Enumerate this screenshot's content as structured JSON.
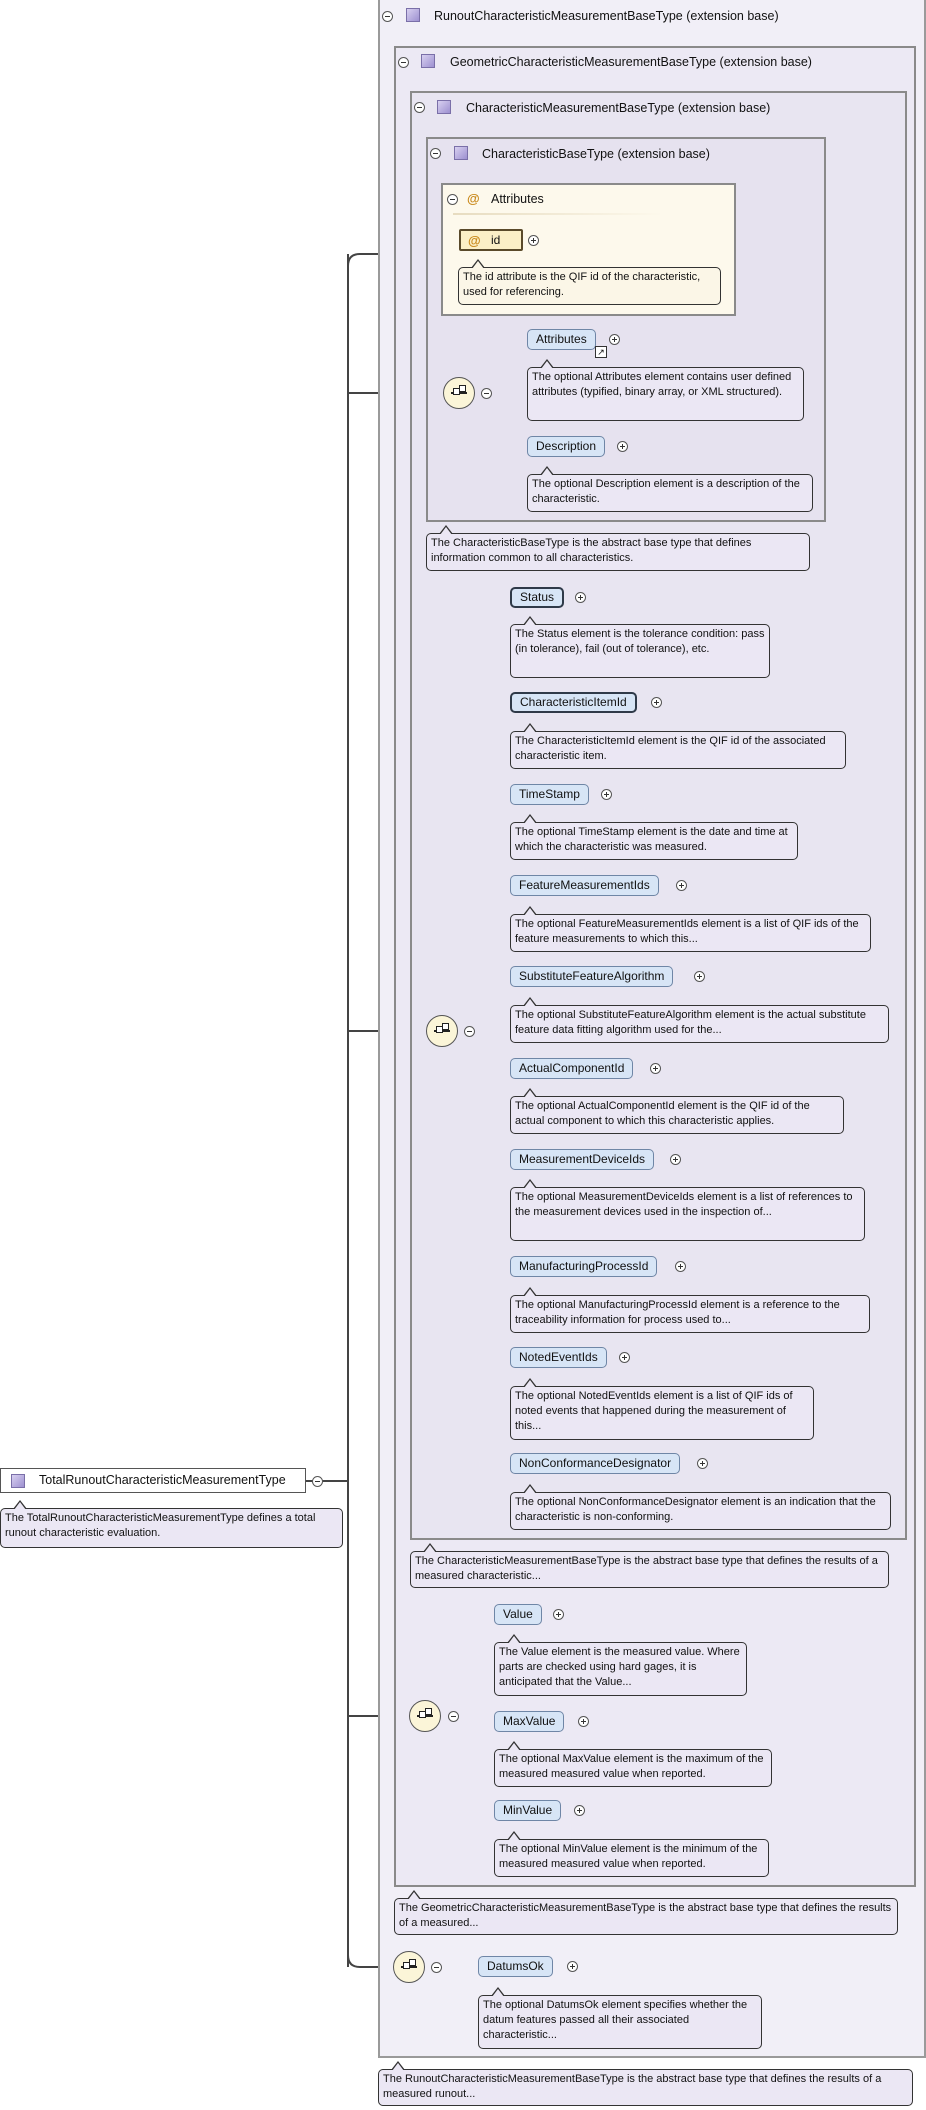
{
  "root": {
    "label": "TotalRunoutCharacteristicMeasurementType",
    "doc": "The TotalRunoutCharacteristicMeasurementType defines a total runout characteristic evaluation."
  },
  "boxes": {
    "runout": {
      "title": "RunoutCharacteristicMeasurementBaseType (extension base)",
      "doc": "The RunoutCharacteristicMeasurementBaseType is the abstract base type that defines the results of a measured runout..."
    },
    "geometric": {
      "title": "GeometricCharacteristicMeasurementBaseType (extension base)",
      "doc": "The GeometricCharacteristicMeasurementBaseType is the abstract base type that defines the results of a measured..."
    },
    "measurement": {
      "title": "CharacteristicMeasurementBaseType (extension base)",
      "doc": "The CharacteristicMeasurementBaseType is the abstract base type that defines the results of a measured characteristic..."
    },
    "base": {
      "title": "CharacteristicBaseType (extension base)",
      "doc": "The CharacteristicBaseType is the abstract base type that defines information common to all characteristics."
    }
  },
  "attributes_group": {
    "title": "Attributes",
    "id_label": "id",
    "id_doc": "The id attribute is the QIF id of the characteristic, used for referencing."
  },
  "base_elements": [
    {
      "label": "Attributes",
      "doc": "The optional Attributes element contains user defined attributes (typified, binary array, or XML structured)."
    },
    {
      "label": "Description",
      "doc": "The optional Description element is a description of the characteristic."
    }
  ],
  "measurement_elements": [
    {
      "label": "Status",
      "doc": "The Status element is the tolerance condition: pass (in tolerance), fail (out of tolerance), etc."
    },
    {
      "label": "CharacteristicItemId",
      "doc": "The CharacteristicItemId element is the QIF id of the associated characteristic item."
    },
    {
      "label": "TimeStamp",
      "doc": "The optional TimeStamp element is the date and time at which the characteristic was measured."
    },
    {
      "label": "FeatureMeasurementIds",
      "doc": "The optional FeatureMeasurementIds element is a list of QIF ids of the feature measurements to which this..."
    },
    {
      "label": "SubstituteFeatureAlgorithm",
      "doc": "The optional SubstituteFeatureAlgorithm element is the actual substitute feature data fitting algorithm used for the..."
    },
    {
      "label": "ActualComponentId",
      "doc": "The optional ActualComponentId element is the QIF id of the actual component to which this characteristic applies."
    },
    {
      "label": "MeasurementDeviceIds",
      "doc": "The optional MeasurementDeviceIds element is a list of references to the measurement devices used in the inspection of..."
    },
    {
      "label": "ManufacturingProcessId",
      "doc": "The optional ManufacturingProcessId element is a reference to the traceability information for process used to..."
    },
    {
      "label": "NotedEventIds",
      "doc": "The optional NotedEventIds element is a list of QIF ids of noted events that happened during the measurement of this..."
    },
    {
      "label": "NonConformanceDesignator",
      "doc": "The optional NonConformanceDesignator element is an indication that the characteristic is non-conforming."
    }
  ],
  "geometric_elements": [
    {
      "label": "Value",
      "doc": "The Value element is the measured value. Where parts are checked using hard gages, it is anticipated that the Value..."
    },
    {
      "label": "MaxValue",
      "doc": "The optional MaxValue element is the maximum of the measured measured value when reported."
    },
    {
      "label": "MinValue",
      "doc": "The optional MinValue element is the minimum of the measured measured value when reported."
    }
  ],
  "runout_elements": [
    {
      "label": "DatumsOk",
      "doc": "The optional DatumsOk element specifies whether the datum features passed all their associated characteristic..."
    }
  ]
}
